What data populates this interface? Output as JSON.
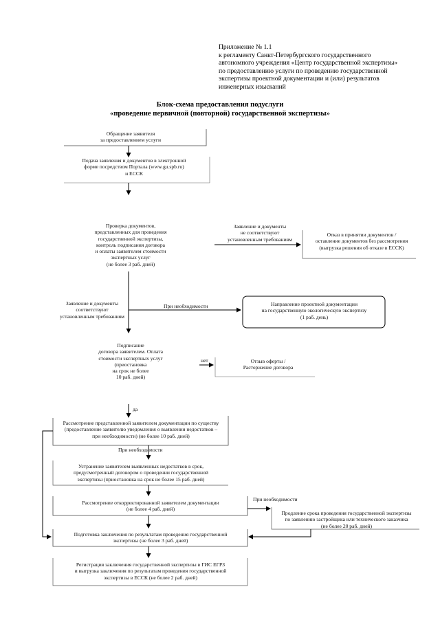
{
  "header": {
    "lines": [
      "Приложение № 1.1",
      "к регламенту Санкт-Петербургского государственного",
      "автономного учреждения «Центр государственной экспертизы»",
      "по предоставлению услуги по проведению государственной",
      "экспертизы проектной документации и (или) результатов",
      "инженерных изысканий"
    ]
  },
  "title": {
    "line1": "Блок-схема предоставления подуслуги",
    "line2": "«проведение первичной (повторной) государственной экспертизы»"
  },
  "boxes": {
    "appeal": [
      "Обращение заявителя",
      "за предоставлением услуги"
    ],
    "submission": [
      "Подача заявления и документов в электронной",
      "форме посредством Портала (www.gu.spb.ru)",
      "и ЕССК"
    ],
    "check": [
      "Проверка документов,",
      "представленных для проведения",
      "государственной экспертизы,",
      "контроль подписания договора",
      "и оплаты заявителем стоимости",
      "экспертных услуг",
      "(не более 3 раб. дней)"
    ],
    "refusal": [
      "Отказ в принятии документов /",
      "оставление документов без рассмотрения",
      "(выгрузка решения об отказе в ЕССК)"
    ],
    "eco": [
      "Направление проектной документации",
      "на государственную экологическую экспертизу",
      "(1 раб. день)"
    ],
    "contract": [
      "Подписание",
      "договора заявителем. Оплата",
      "стоимости экспертных услуг",
      "(приостановка",
      "на срок не более",
      "10 раб. дней)"
    ],
    "offer": [
      "Отзыв оферты /",
      "Расторжение договора"
    ],
    "review": [
      "Рассмотрение представленной заявителем документации по существу",
      "(предоставление заявителю уведомления о выявлении недостатков –",
      "при необходимости) (не более 10 раб. дней)"
    ],
    "fix": [
      "Устранение заявителем выявленных недостатков в срок,",
      "предусмотренный договором о проведении государственной",
      "экспертизы (приостановка на срок не более 15 раб. дней)"
    ],
    "corrected": [
      "Рассмотрение откорректированной заявителем документации",
      "(не более 4 раб. дней)"
    ],
    "extension": [
      "Продление срока проведения государственной экспертизы",
      "по заявлению застройщика или технического заказчика",
      "(не более 20 раб. дней)"
    ],
    "conclusion": [
      "Подготовка заключения по результатам проведения государственной",
      "экспертизы (не более 3 раб. дней)"
    ],
    "registration": [
      "Регистрация заключения государственной экспертизы в ГИС ЕГРЗ",
      "и выгрузка заключения по результатам проведения государственной",
      "экспертизы в ЕССК (не более 2 раб. дней)"
    ]
  },
  "labels": {
    "non_compliant_right": [
      "Заявление и документы",
      "не соответствуют",
      "установленным требованиям"
    ],
    "non_compliant_left": [
      "Заявление и документы",
      "соответствуют",
      "установленным требованиям"
    ],
    "if_needed_eco": "При необходимости",
    "no": "нет",
    "yes": "да",
    "if_needed_fix": "При необходимости",
    "if_needed_ext": "При необходимости"
  }
}
